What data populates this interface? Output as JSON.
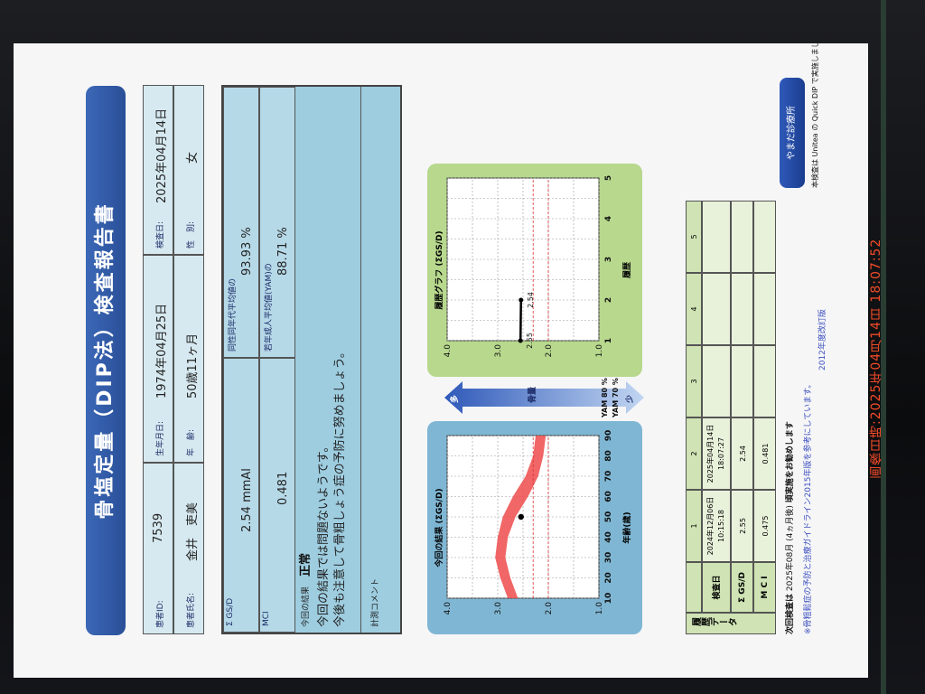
{
  "report": {
    "title": "骨塩定量（DIP法）検査報告書",
    "patient_id_label": "患者ID:",
    "patient_id": "7539",
    "name_label": "患者氏名:",
    "name": "金井　吏美",
    "dob_label": "生年月日:",
    "dob": "1974年04月25日",
    "age_label": "年　齢:",
    "age": "50歳11ヶ月",
    "exam_date_label": "検査日:",
    "exam_date": "2025年04月14日",
    "sex_label": "性　別:",
    "sex": "女"
  },
  "results": {
    "sgs_label": "Σ GS/D",
    "sgs_value": "2.54 mmAl",
    "mci_label": "MCI",
    "mci_value": "0.481",
    "same_age_label": "同性同年代平均値の",
    "same_age_value": "93.93 %",
    "yam_label": "若年成人平均値(YAM)の",
    "yam_value": "88.71 %",
    "result_label": "今回の結果",
    "result_value": "正常",
    "comment_line1": "今回の結果では問題ないようです。",
    "comment_line2": "今後も注意して骨粗しょう症の予防に努めましょう。",
    "doctor_comment_label": "計測コメント"
  },
  "current_chart": {
    "title": "今回の結果 (ΣGS/D)",
    "xlabel": "年齢(歳)",
    "x_ticks": [
      "10",
      "20",
      "30",
      "40",
      "50",
      "60",
      "70",
      "80",
      "90"
    ],
    "y_ticks": [
      "4.0",
      "3.0",
      "2.0",
      "1.0"
    ]
  },
  "scale": {
    "top": "多",
    "bottom": "少",
    "middle": "骨量",
    "yam80": "YAM 80 %",
    "yam70": "YAM 70 %"
  },
  "history_chart": {
    "title": "履歴グラフ (ΣGS/D)",
    "xlabel": "履歴",
    "x_ticks": [
      "1",
      "2",
      "3",
      "4",
      "5"
    ],
    "y_ticks": [
      "4.0",
      "3.0",
      "2.0",
      "1.0"
    ],
    "point_labels": [
      "2.55",
      "2.54"
    ]
  },
  "history_table": {
    "side_label": "履歴データ",
    "row_labels": [
      "",
      "検査日",
      "Σ GS/D",
      "M C I"
    ],
    "columns": [
      {
        "no": "1",
        "date": "2024年12月06日 10:15:18",
        "sgs": "2.55",
        "mci": "0.475"
      },
      {
        "no": "2",
        "date": "2025年04月14日 18:07:27",
        "sgs": "2.54",
        "mci": "0.481"
      },
      {
        "no": "3",
        "date": "",
        "sgs": "",
        "mci": ""
      },
      {
        "no": "4",
        "date": "",
        "sgs": "",
        "mci": ""
      },
      {
        "no": "5",
        "date": "",
        "sgs": "",
        "mci": ""
      }
    ]
  },
  "footer": {
    "next_exam_label": "次回検査は",
    "next_exam_date": "2025年08月",
    "next_exam_after": "(4ヵ月後)",
    "next_exam_text": "頃実施をお勧めします",
    "note": "※骨粗鬆症の予防と治療ガイドライン2015年版を参考にしています。",
    "clinic_button": "やまだ診療所",
    "device_note": "本検査は Unitea の Quick DIP で実施しました",
    "ref_note": "2012年度改訂版"
  },
  "photo_stamp": "画像日時:2025年04月14日 18:07:52",
  "chart_data": [
    {
      "type": "scatter",
      "title": "今回の結果 (ΣGS/D)",
      "xlabel": "年齢(歳)",
      "ylabel": "",
      "xlim": [
        10,
        90
      ],
      "ylim": [
        1.0,
        4.0
      ],
      "series": [
        {
          "name": "",
          "x": [
            50
          ],
          "y": [
            2.54
          ]
        }
      ]
    },
    {
      "type": "line",
      "title": "履歴グラフ (ΣGS/D)",
      "xlabel": "履歴",
      "ylabel": "",
      "xlim": [
        1,
        5
      ],
      "ylim": [
        1.0,
        4.0
      ],
      "series": [
        {
          "name": "",
          "x": [
            1,
            2
          ],
          "y": [
            2.55,
            2.54
          ]
        }
      ]
    }
  ]
}
